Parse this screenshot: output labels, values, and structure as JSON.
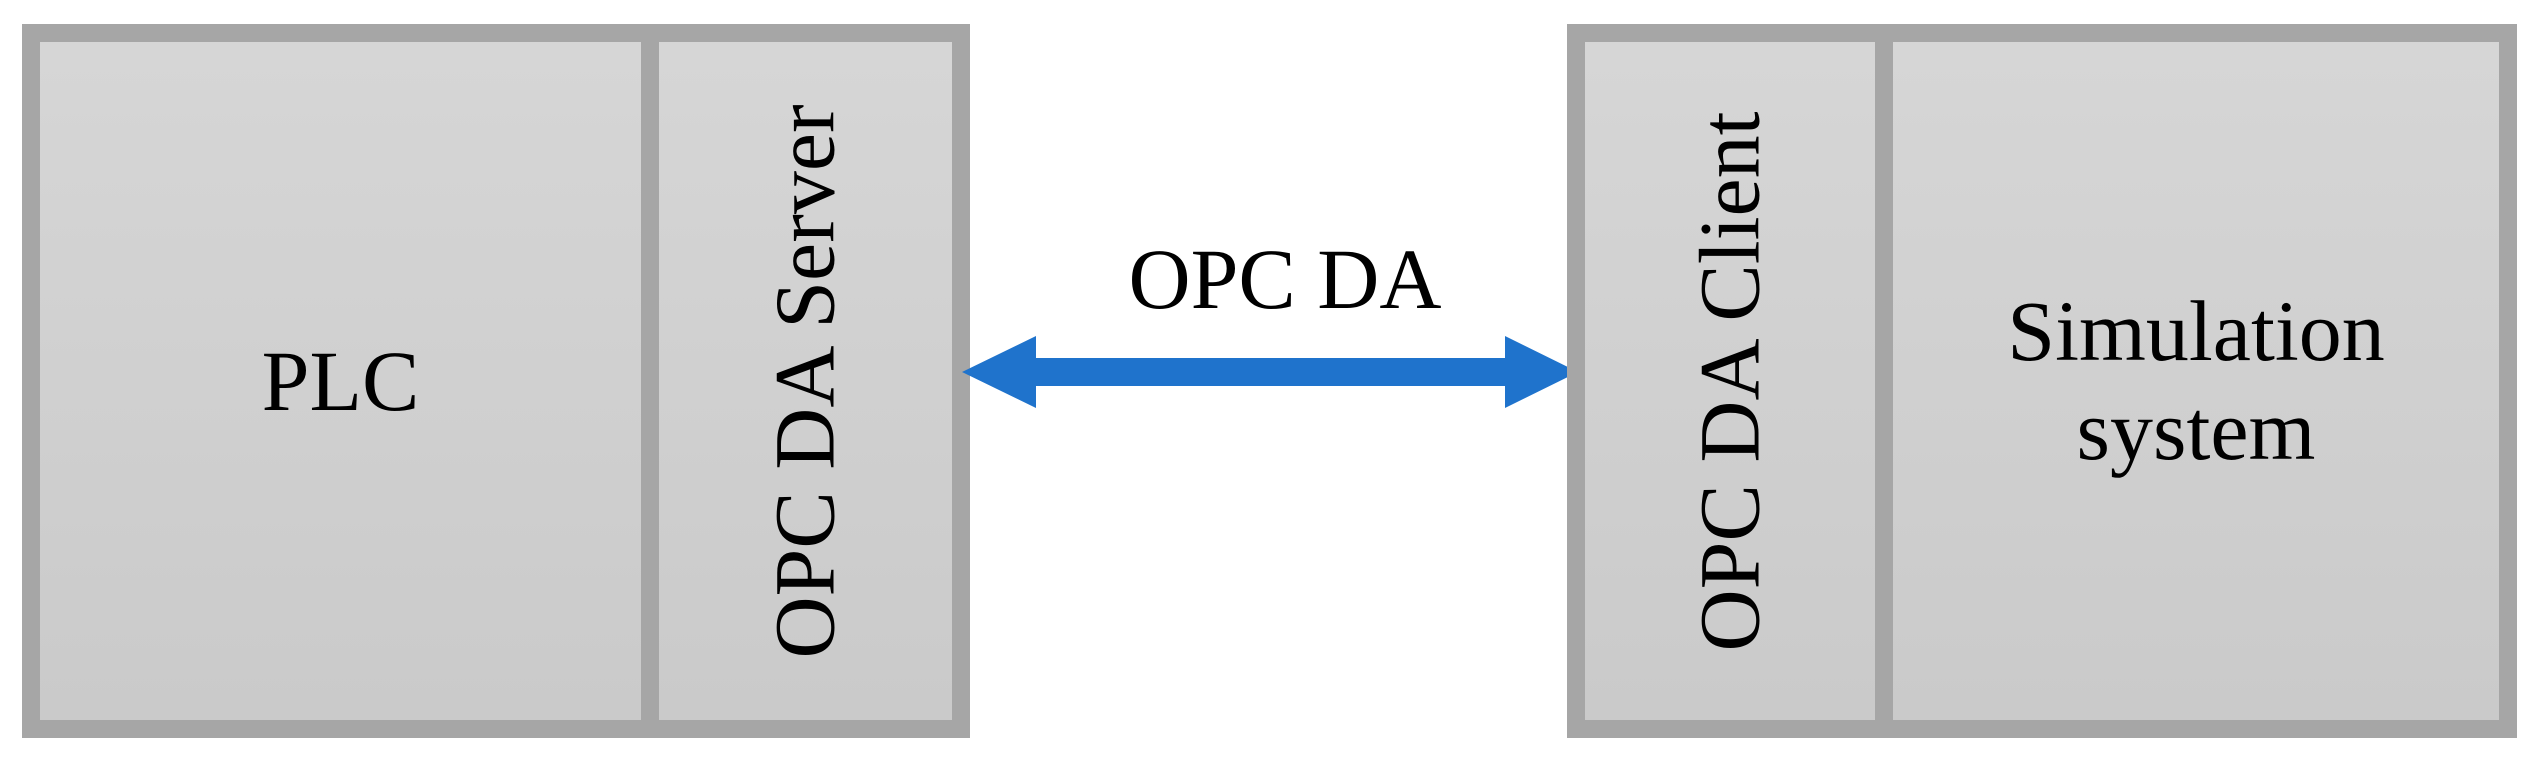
{
  "diagram": {
    "left_group": {
      "plc_label": "PLC",
      "server_label": "OPC DA Server"
    },
    "right_group": {
      "client_label": "OPC DA Client",
      "simulation_label_line1": "Simulation",
      "simulation_label_line2": "system"
    },
    "connection": {
      "label": "OPC DA",
      "direction": "bidirectional",
      "color": "#1f73cc"
    },
    "colors": {
      "box_border": "#a6a6a6",
      "box_fill": "#d3d3d3"
    }
  }
}
